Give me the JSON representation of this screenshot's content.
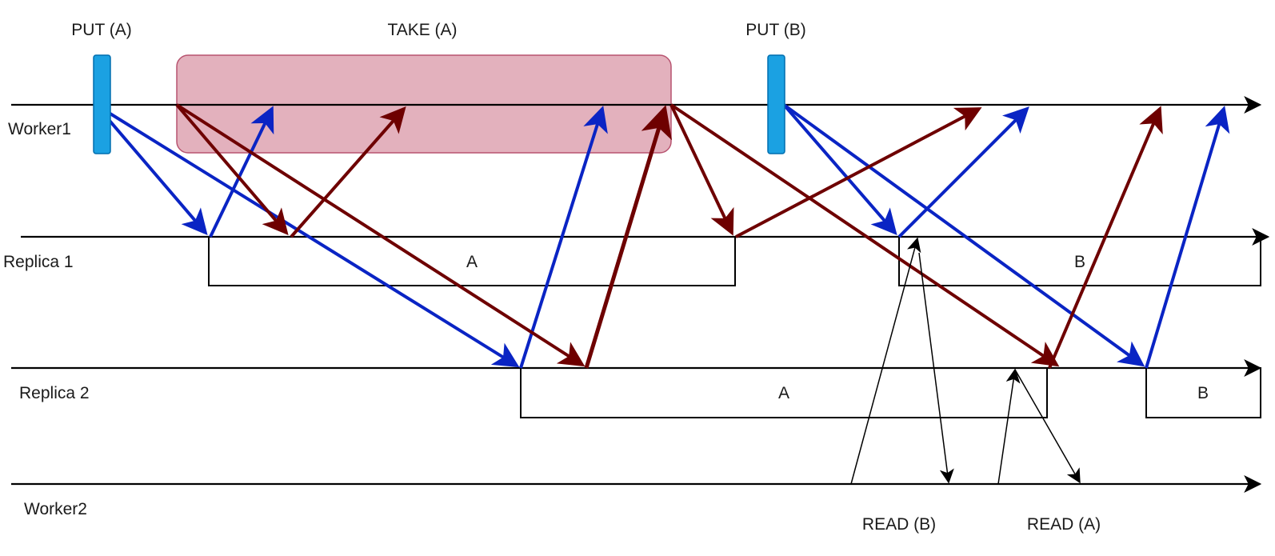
{
  "operations": {
    "put_a": "PUT (A)",
    "take_a": "TAKE (A)",
    "put_b": "PUT (B)",
    "read_b": "READ (B)",
    "read_a": "READ (A)"
  },
  "timelines": {
    "worker1": "Worker1",
    "replica1": "Replica 1",
    "replica2": "Replica 2",
    "worker2": "Worker2"
  },
  "stored_values": {
    "replica1_a": "A",
    "replica1_b": "B",
    "replica2_a": "A",
    "replica2_b": "B"
  },
  "colors": {
    "put_messages": "#0a24c4",
    "take_messages": "#6e0000",
    "read_messages": "#000000",
    "put_marker_fill": "#1ba1e2",
    "put_marker_stroke": "#006eaf",
    "take_region_fill": "#e3b1bd",
    "take_region_stroke": "#b85470",
    "timeline": "#000000"
  },
  "icons": {
    "message_arrow": "filled-triangle-arrowhead",
    "timeline_arrow": "open-arrowhead"
  }
}
